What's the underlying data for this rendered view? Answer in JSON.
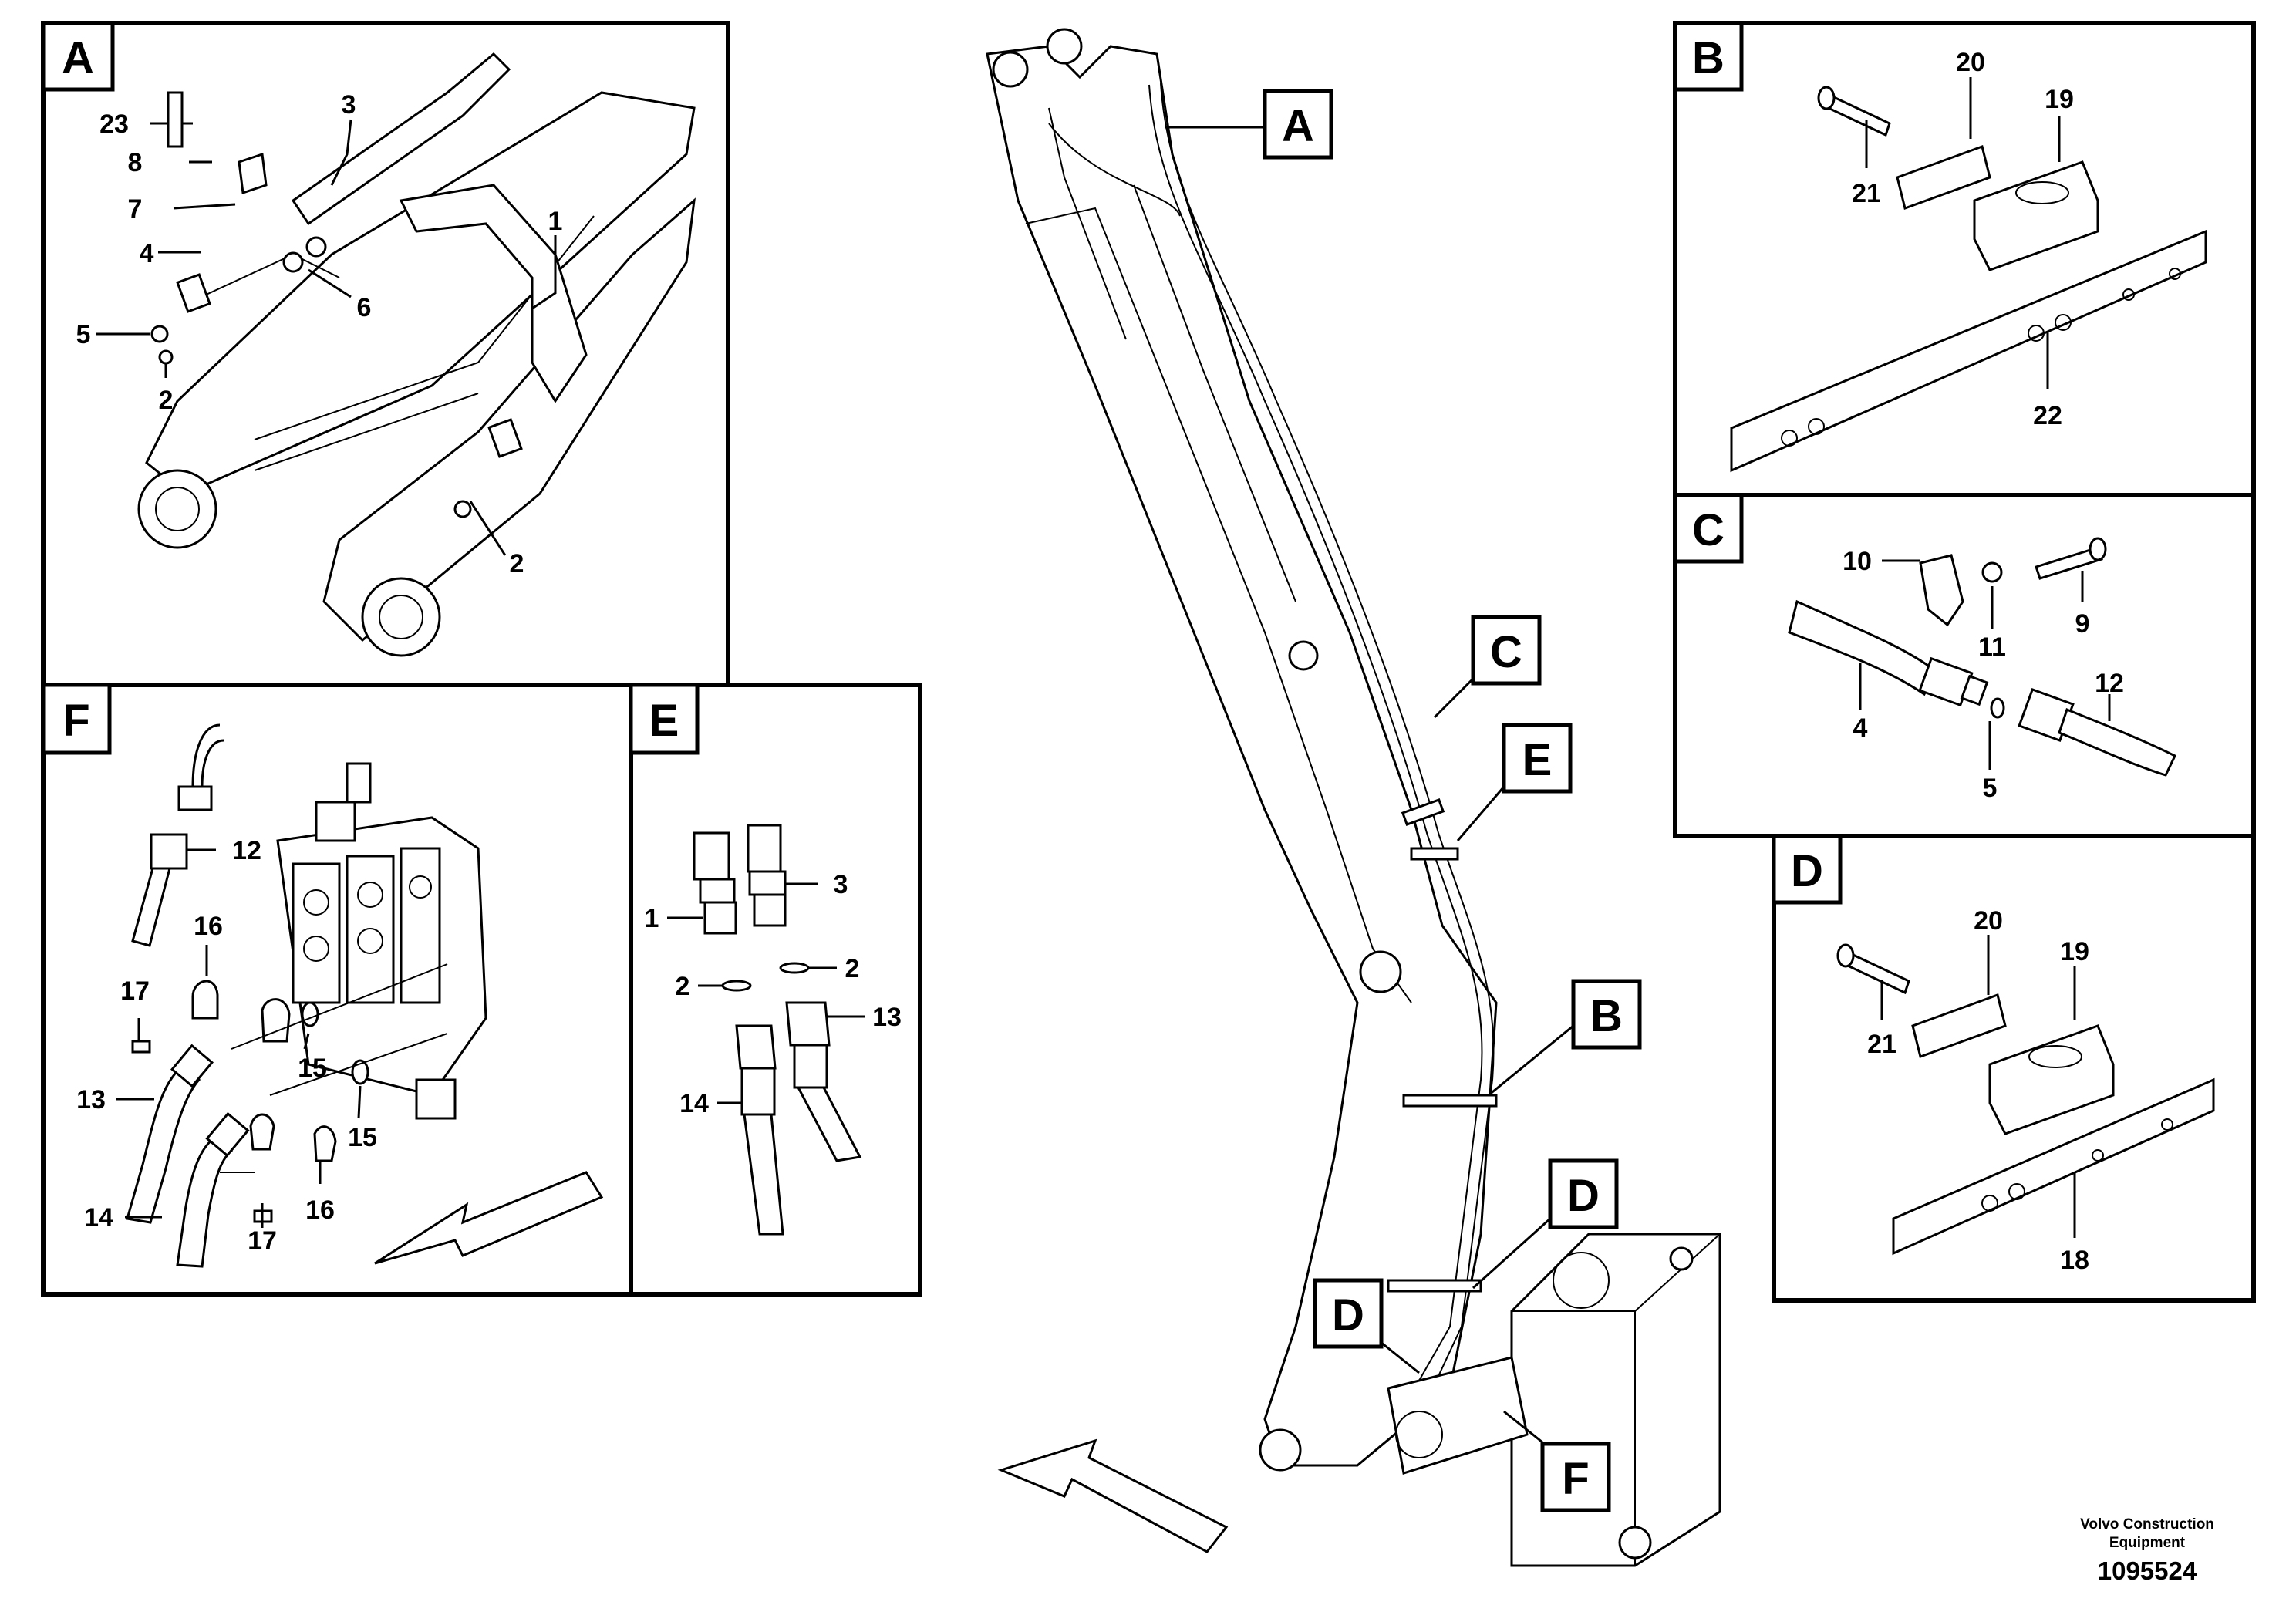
{
  "panels": {
    "A": {
      "tag": "A",
      "callouts": [
        "23",
        "3",
        "8",
        "7",
        "4",
        "1",
        "6",
        "5",
        "2",
        "2"
      ]
    },
    "B": {
      "tag": "B",
      "callouts": [
        "20",
        "19",
        "21",
        "22"
      ]
    },
    "C": {
      "tag": "C",
      "callouts": [
        "10",
        "9",
        "11",
        "4",
        "12",
        "5"
      ]
    },
    "D": {
      "tag": "D",
      "callouts": [
        "20",
        "19",
        "21",
        "18"
      ]
    },
    "E": {
      "tag": "E",
      "callouts": [
        "3",
        "1",
        "2",
        "2",
        "13",
        "14"
      ]
    },
    "F": {
      "tag": "F",
      "callouts": [
        "12",
        "16",
        "17",
        "15",
        "13",
        "15",
        "14",
        "17",
        "16"
      ]
    }
  },
  "overview_tags": [
    "A",
    "C",
    "E",
    "B",
    "D",
    "D",
    "F"
  ],
  "footer": {
    "maker": "Volvo Construction Equipment",
    "doc_number": "1095524"
  }
}
